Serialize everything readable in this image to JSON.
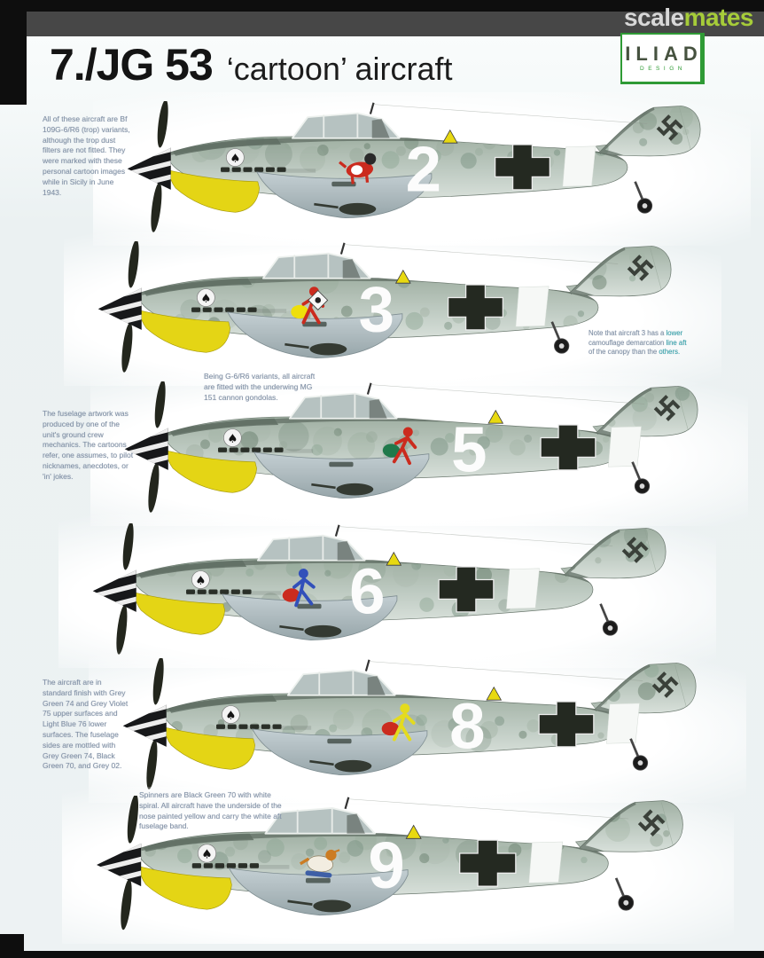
{
  "header": {
    "watermark": {
      "part1": "scale",
      "part2": "mates"
    },
    "title": "7./JG 53",
    "subtitle": "‘cartoon’ aircraft",
    "logo": {
      "name": "ILIAD",
      "subname": "DESIGN"
    }
  },
  "sheet": {
    "aircraft": [
      {
        "number": "2",
        "cartoon": "red and white dog",
        "palette": [
          "#d2291c",
          "#ffffff",
          "#2a2a2a"
        ]
      },
      {
        "number": "3",
        "cartoon": "red-legged figure carrying an ace-of-spades card with a yellow bird",
        "palette": [
          "#d2291c",
          "#efe000",
          "#f7f7f7"
        ]
      },
      {
        "number": "5",
        "cartoon": "red figure hauling a green cart",
        "palette": [
          "#d2291c",
          "#1d7a4a",
          "#f7f7f7"
        ]
      },
      {
        "number": "6",
        "cartoon": "tumbling figure in blue and red",
        "palette": [
          "#3050c0",
          "#d2291c",
          "#2a2a2a"
        ]
      },
      {
        "number": "8",
        "cartoon": "red figure with a yellow and green wreath",
        "palette": [
          "#e5dc15",
          "#d2291c",
          "#2c8f3a"
        ]
      },
      {
        "number": "9",
        "cartoon": "orange and white bird on a blue base",
        "palette": [
          "#d07b1e",
          "#f2ede0",
          "#3c5faa"
        ]
      }
    ],
    "markings": {
      "nose_emblem": "ace of spades on white disc",
      "spade_glyph": "♠",
      "number_color": "#fcfcfc",
      "fuel_triangle_color": "#e9da07",
      "lower_cowling_color": "#e5d60b",
      "fuselage_band": "white",
      "tail_insignia": "swastika",
      "spinner": "black with white spiral"
    }
  },
  "notes": [
    {
      "id": "intro",
      "lines": [
        "All of these aircraft are Bf",
        "109G-6/R6 (trop) variants,",
        "although the trop dust",
        "filters are not fitted. They",
        "were marked with these",
        "personal cartoon images",
        "while in Sicily in June",
        "1943."
      ]
    },
    {
      "id": "demarcation",
      "lines": [
        [
          "Note that aircraft 3 has a ",
          "lower"
        ],
        [
          "camouflage demarcation ",
          "line aft"
        ],
        [
          "of the canopy than the ",
          "others."
        ]
      ]
    },
    {
      "id": "gondolas",
      "lines": [
        "Being G-6/R6 variants, all aircraft",
        "are fitted with the underwing MG",
        "151 cannon gondolas."
      ]
    },
    {
      "id": "artwork",
      "lines": [
        "The fuselage artwork was",
        "produced by one of the",
        "unit's ground crew",
        "mechanics. The cartoons",
        "refer, one assumes, to pilot",
        "nicknames, anecdotes, or",
        "'in' jokes."
      ]
    },
    {
      "id": "finish",
      "lines": [
        "The aircraft are in",
        "standard finish with Grey",
        "Green 74 and Grey Violet",
        "75 upper surfaces and",
        "Light Blue 76 lower",
        "surfaces. The fuselage",
        "sides are mottled with",
        "Grey Green 74, Black",
        "Green 70, and Grey 02."
      ]
    },
    {
      "id": "spinners",
      "lines": [
        "Spinners are Black Green 70 with white",
        "spiral. All aircraft have the underside of the",
        "nose painted yellow and carry the white aft",
        "fuselage band."
      ]
    }
  ]
}
